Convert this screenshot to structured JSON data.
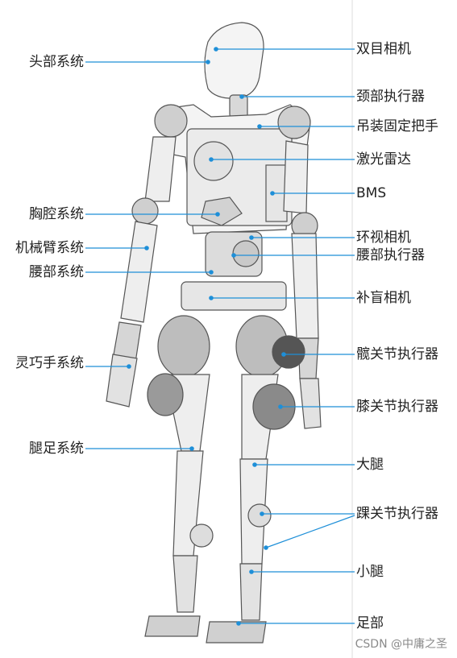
{
  "labels": {
    "left": {
      "head": "头部系统",
      "chest": "胸腔系统",
      "arm": "机械臂系统",
      "waist": "腰部系统",
      "hand": "灵巧手系统",
      "leg": "腿足系统"
    },
    "right": {
      "binocular": "双目相机",
      "neck": "颈部执行器",
      "hoist": "吊装固定把手",
      "lidar": "激光雷达",
      "bms": "BMS",
      "surround": "环视相机",
      "waist_act": "腰部执行器",
      "blind": "补盲相机",
      "hip": "髋关节执行器",
      "knee": "膝关节执行器",
      "thigh": "大腿",
      "ankle": "踝关节执行器",
      "calf": "小腿",
      "foot": "足部"
    }
  },
  "watermark": "CSDN @中庸之圣",
  "colors": {
    "leader": "#1e8fd8",
    "dot": "#1e8fd8",
    "robot_stroke": "#555555"
  }
}
